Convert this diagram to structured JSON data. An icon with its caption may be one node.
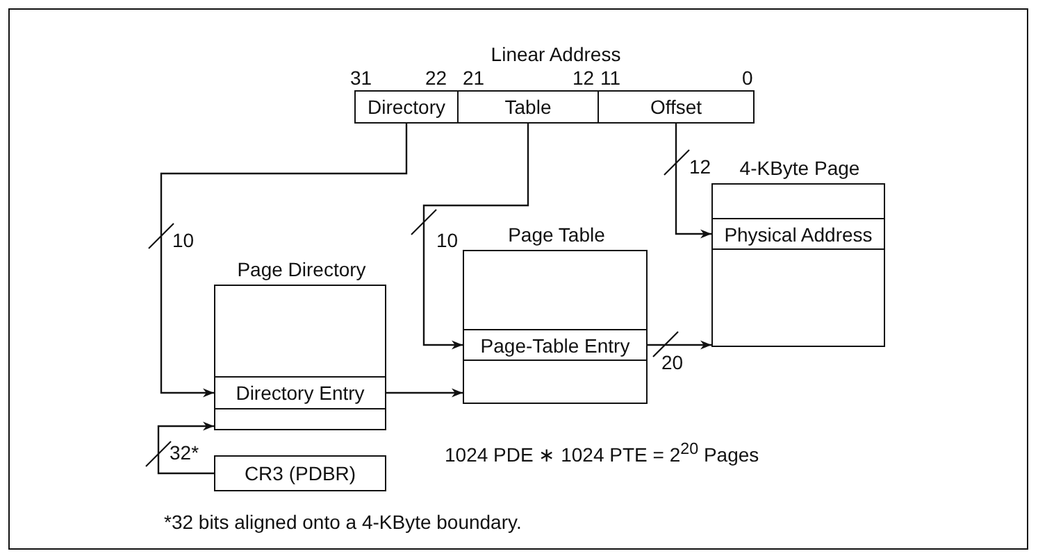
{
  "diagram": {
    "nodes": [
      {
        "text": [
          "Linear Address"
        ]
      },
      {
        "text": [
          "Directory"
        ],
        "in": 0
      },
      {
        "text": [
          "Table"
        ],
        "in": 0
      },
      {
        "text": [
          "Offset"
        ],
        "in": 0
      },
      {
        "text": [
          "Page Directory"
        ]
      },
      {
        "text": [
          "Directory Entry"
        ],
        "in": 4
      },
      {
        "text": [
          "Page Table"
        ]
      },
      {
        "text": [
          "Page-Table Entry"
        ],
        "in": 6
      },
      {
        "text": [
          "4-KByte Page"
        ]
      },
      {
        "text": [
          "Physical Address"
        ],
        "in": 8
      },
      {
        "text": [
          "CR3 (PDBR)"
        ]
      }
    ],
    "edges": [
      {
        "from": 1,
        "to": 5,
        "arrow": "to",
        "label": "10"
      },
      {
        "from": 2,
        "to": 7,
        "arrow": "to",
        "label": "10"
      },
      {
        "from": 3,
        "to": 9,
        "arrow": "to",
        "label": "12"
      },
      {
        "from": 5,
        "to": 6,
        "arrow": "to"
      },
      {
        "from": 7,
        "to": 8,
        "arrow": "to",
        "label": "20"
      },
      {
        "from": 10,
        "to": 4,
        "arrow": "to",
        "label": "32*"
      }
    ],
    "labels": [
      "31",
      "22",
      "21",
      "12",
      "11",
      "0",
      "1024 PDE ∗ 1024 PTE = 2$^{20}$ Pages",
      "*32 bits aligned onto a 4-KByte boundary."
    ]
  }
}
